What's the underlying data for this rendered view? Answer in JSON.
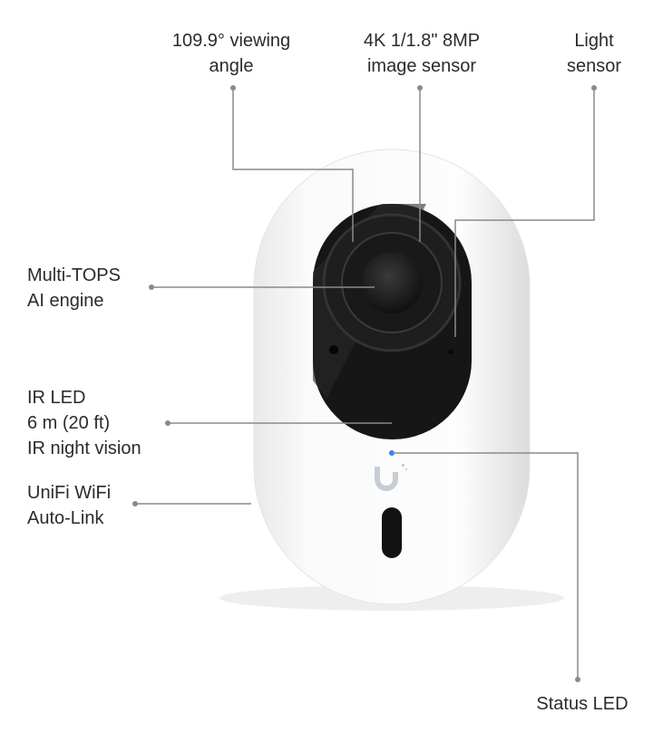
{
  "labels": {
    "viewing_angle": [
      "109.9° viewing",
      "angle"
    ],
    "image_sensor": [
      "4K 1/1.8\" 8MP",
      "image sensor"
    ],
    "light_sensor": [
      "Light",
      "sensor"
    ],
    "ai_engine": [
      "Multi-TOPS",
      "AI engine"
    ],
    "ir_led": [
      "IR LED",
      "6 m (20 ft)",
      "IR night vision"
    ],
    "wifi": [
      "UniFi WiFi",
      "Auto-Link"
    ],
    "status_led": "Status LED"
  },
  "colors": {
    "leader": "#8a8a8a",
    "led": "#1e88ff",
    "text": "#2b2b2b"
  }
}
